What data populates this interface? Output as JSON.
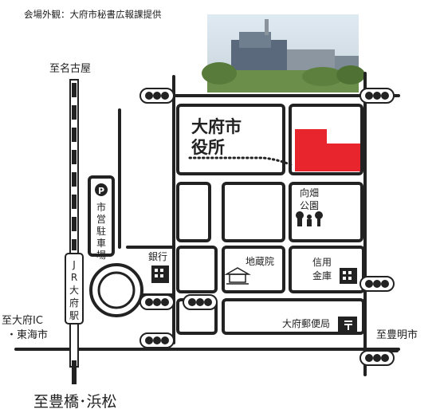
{
  "photo": {
    "caption": "会場外観：大府市秘書広報課提供"
  },
  "directions": {
    "north": "至名古屋",
    "south": "至豊橋･浜松",
    "west_line1": "至大府IC",
    "west_line2": "・東海市",
    "east": "至豊明市"
  },
  "buildings": {
    "city_hall_line1": "大府市",
    "city_hall_line2": "役所"
  },
  "station": {
    "label": "JR大府駅",
    "chars": [
      "J",
      "R",
      "大",
      "府",
      "駅"
    ]
  },
  "parking": {
    "icon_letter": "P",
    "chars": [
      "市",
      "営",
      "駐",
      "車",
      "場"
    ]
  },
  "park": {
    "line1": "向畑",
    "line2": "公園"
  },
  "landmarks": {
    "bank": "銀行",
    "temple": "地蔵院",
    "credit_line1": "信用",
    "credit_line2": "金庫",
    "post_office": "大府郵便局"
  },
  "colors": {
    "road": "#222222",
    "hall": "#e8242c",
    "photo_sky": "#e3edf5",
    "tree": "#6b8f4a"
  },
  "icons": [
    "traffic-signal-icon",
    "parking-icon",
    "bank-building-icon",
    "temple-icon",
    "post-office-icon",
    "park-people-icon",
    "tree-icon"
  ]
}
